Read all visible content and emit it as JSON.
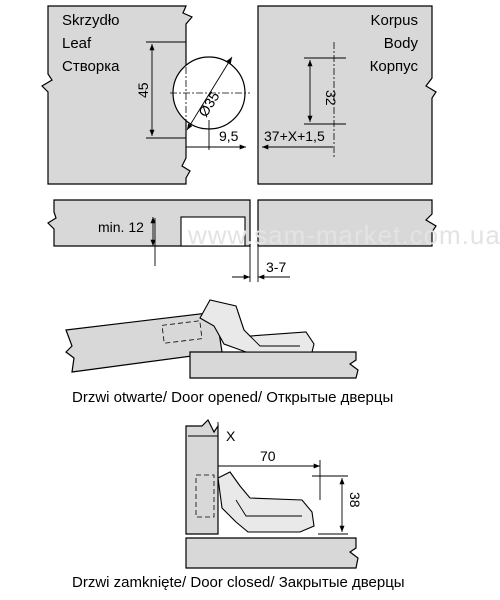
{
  "leaf_labels": [
    "Skrzydło",
    "Leaf",
    "Створка"
  ],
  "body_labels": [
    "Korpus",
    "Body",
    "Корпус"
  ],
  "dimensions": {
    "cup_height": "45",
    "cup_diameter": "Ø35",
    "cup_offset": "9,5",
    "plate_spacing": "32",
    "body_offset": "37+X+1,5",
    "min_thickness": "min. 12",
    "gap": "3-7",
    "overlay": "X",
    "depth": "70",
    "height": "38"
  },
  "captions": {
    "opened": "Drzwi otwarte/ Door opened/ Открытые дверцы",
    "closed": "Drzwi zamknięte/ Door closed/ Закрытые  дверцы"
  },
  "watermark": "www.sam-market.com.ua"
}
